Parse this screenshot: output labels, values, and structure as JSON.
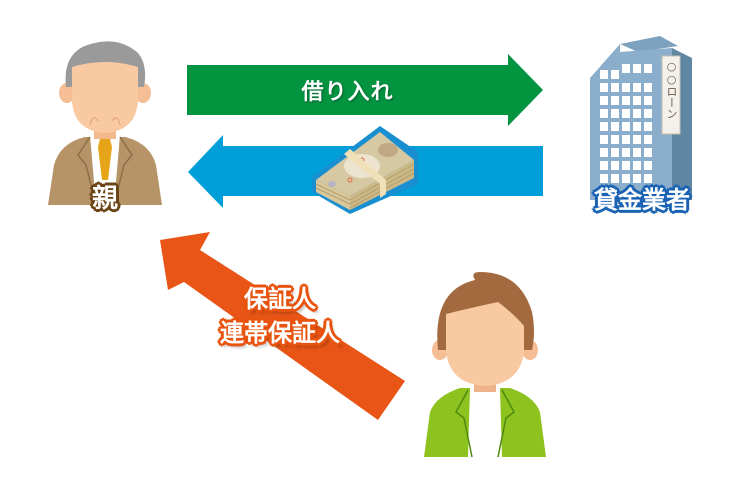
{
  "diagram": {
    "type": "loan-guarantor-relationship",
    "nodes": {
      "parent": {
        "label": "親",
        "role": "borrower",
        "icon": "elderly-man-in-suit"
      },
      "lender": {
        "label": "貸金業者",
        "role": "lender",
        "icon": "office-building",
        "sign_text": "○○ローン"
      },
      "guarantor": {
        "role": "child-guarantor",
        "icon": "young-man-in-green-jacket"
      }
    },
    "edges": {
      "borrowing": {
        "label": "借り入れ",
        "from": "parent",
        "to": "lender",
        "color": "#039440"
      },
      "money": {
        "from": "lender",
        "to": "parent",
        "color": "#009fd9",
        "icon": "stack-of-yen-bills"
      },
      "guarantee": {
        "label_line1": "保証人",
        "label_line2": "連帯保証人",
        "from": "guarantor",
        "to": "parent",
        "color": "#e85516"
      }
    },
    "colors": {
      "green_arrow": "#039440",
      "blue_arrow": "#009fd9",
      "orange_arrow": "#e85516",
      "parent_label_outline": "#6b4516",
      "lender_label_outline": "#1a63b3"
    }
  }
}
